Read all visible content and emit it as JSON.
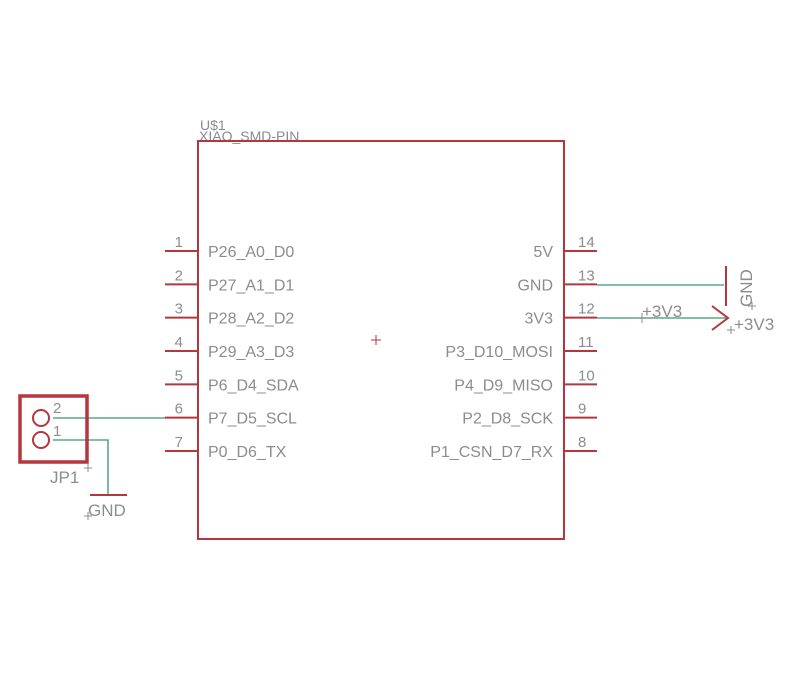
{
  "colors": {
    "part_outline": "#b5363d",
    "net_wire": "#5aa58a",
    "label_text": "#8c8c8c",
    "background": "#ffffff"
  },
  "part": {
    "ref": "U$1",
    "value": "XIAO_SMD-PIN"
  },
  "left_pins": [
    {
      "num": "1",
      "name": "P26_A0_D0"
    },
    {
      "num": "2",
      "name": "P27_A1_D1"
    },
    {
      "num": "3",
      "name": "P28_A2_D2"
    },
    {
      "num": "4",
      "name": "P29_A3_D3"
    },
    {
      "num": "5",
      "name": "P6_D4_SDA"
    },
    {
      "num": "6",
      "name": "P7_D5_SCL"
    },
    {
      "num": "7",
      "name": "P0_D6_TX"
    }
  ],
  "right_pins": [
    {
      "num": "14",
      "name": "5V"
    },
    {
      "num": "13",
      "name": "GND"
    },
    {
      "num": "12",
      "name": "3V3"
    },
    {
      "num": "11",
      "name": "P3_D10_MOSI"
    },
    {
      "num": "10",
      "name": "P4_D9_MISO"
    },
    {
      "num": "9",
      "name": "P2_D8_SCK"
    },
    {
      "num": "8",
      "name": "P1_CSN_D7_RX"
    }
  ],
  "connector": {
    "ref": "JP1",
    "pin_top": "2",
    "pin_bottom": "1"
  },
  "net_labels": {
    "gnd_right": "GND",
    "vcc_wire": "+3V3",
    "vcc_symbol": "+3V3",
    "gnd_bottom": "GND"
  }
}
